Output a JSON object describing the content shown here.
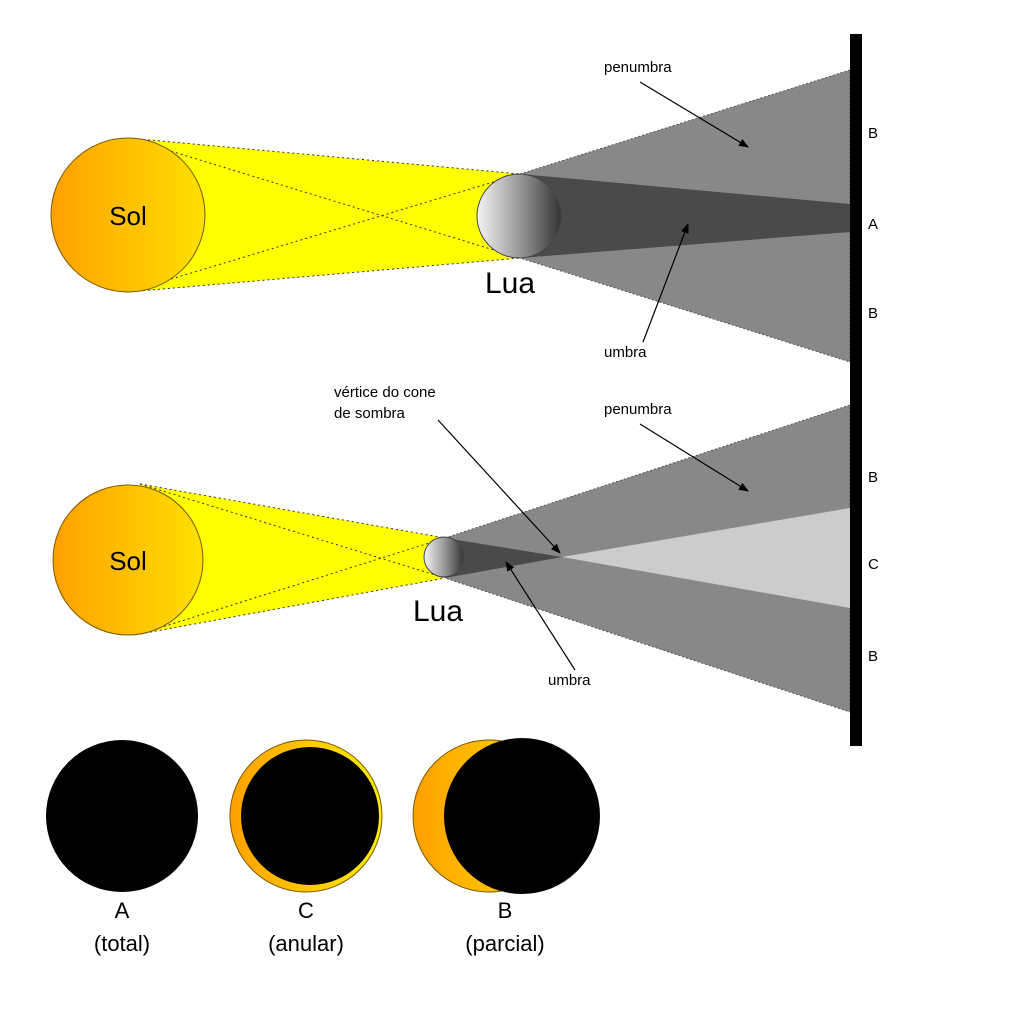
{
  "colors": {
    "sun_light": "#ffe000",
    "sun_dark": "#ffa000",
    "light_cone": "#ffff00",
    "penumbra": "#888888",
    "umbra": "#4a4a4a",
    "antumbra": "#cccccc",
    "screen": "#000000",
    "eclipse_disk": "#000000"
  },
  "diagram_total": {
    "sun_label": "Sol",
    "moon_label": "Lua",
    "penumbra_label": "penumbra",
    "umbra_label": "umbra",
    "zone_top": "B",
    "zone_middle": "A",
    "zone_bottom": "B"
  },
  "diagram_annular": {
    "sun_label": "Sol",
    "moon_label": "Lua",
    "penumbra_label": "penumbra",
    "umbra_label": "umbra",
    "vertex_label_line1": "vértice do cone",
    "vertex_label_line2": "de sombra",
    "zone_top": "B",
    "zone_middle": "C",
    "zone_bottom": "B"
  },
  "eclipse_views": [
    {
      "letter": "A",
      "caption": "(total)"
    },
    {
      "letter": "C",
      "caption": "(anular)"
    },
    {
      "letter": "B",
      "caption": "(parcial)"
    }
  ]
}
